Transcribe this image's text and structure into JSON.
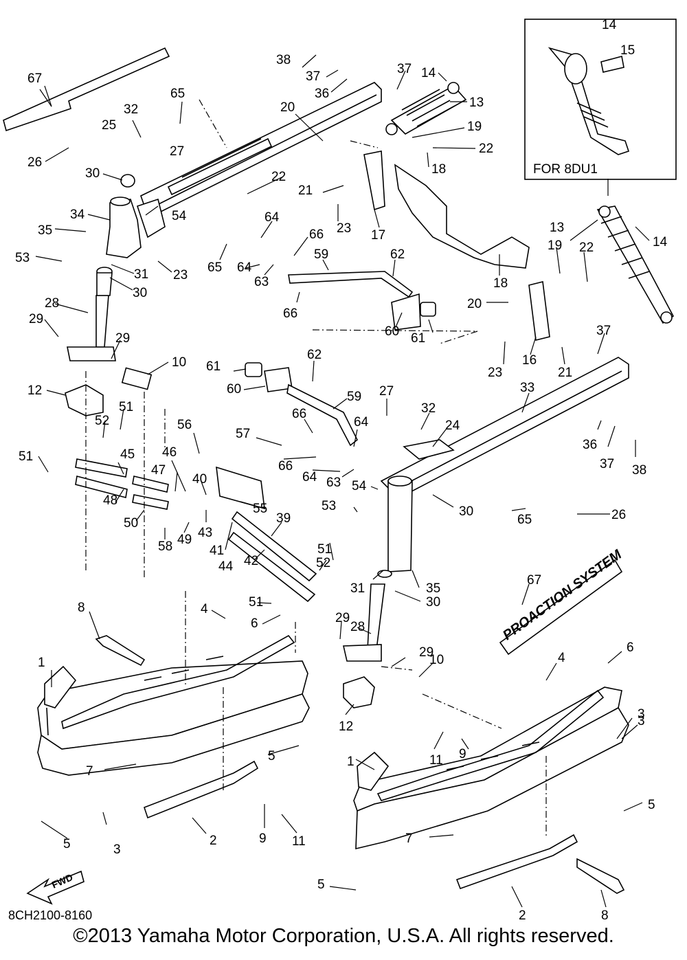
{
  "diagram": {
    "inset_label": "FOR 8DU1",
    "fwd_label": "FWD",
    "logo_text": "PROACTION SYSTEM",
    "drawing_code": "8CH2100-8160",
    "copyright": "©2013 Yamaha Motor Corporation, U.S.A. All rights reserved.",
    "callouts": [
      {
        "id": "c67a",
        "text": "67"
      },
      {
        "id": "c65a",
        "text": "65"
      },
      {
        "id": "c32a",
        "text": "32"
      },
      {
        "id": "c25",
        "text": "25"
      },
      {
        "id": "c26a",
        "text": "26"
      },
      {
        "id": "c27a",
        "text": "27"
      },
      {
        "id": "c30a",
        "text": "30"
      },
      {
        "id": "c34",
        "text": "34"
      },
      {
        "id": "c35a",
        "text": "35"
      },
      {
        "id": "c53a",
        "text": "53"
      },
      {
        "id": "c54a",
        "text": "54"
      },
      {
        "id": "c31a",
        "text": "31"
      },
      {
        "id": "c30b",
        "text": "30"
      },
      {
        "id": "c23a",
        "text": "23"
      },
      {
        "id": "c28a",
        "text": "28"
      },
      {
        "id": "c29a",
        "text": "29"
      },
      {
        "id": "c29b",
        "text": "29"
      },
      {
        "id": "c12a",
        "text": "12"
      },
      {
        "id": "c10a",
        "text": "10"
      },
      {
        "id": "c51a",
        "text": "51"
      },
      {
        "id": "c52a",
        "text": "52"
      },
      {
        "id": "c51b",
        "text": "51"
      },
      {
        "id": "c45",
        "text": "45"
      },
      {
        "id": "c56",
        "text": "56"
      },
      {
        "id": "c47",
        "text": "47"
      },
      {
        "id": "c46",
        "text": "46"
      },
      {
        "id": "c40",
        "text": "40"
      },
      {
        "id": "c48",
        "text": "48"
      },
      {
        "id": "c50",
        "text": "50"
      },
      {
        "id": "c58",
        "text": "58"
      },
      {
        "id": "c49",
        "text": "49"
      },
      {
        "id": "c43",
        "text": "43"
      },
      {
        "id": "c41",
        "text": "41"
      },
      {
        "id": "c44",
        "text": "44"
      },
      {
        "id": "c42",
        "text": "42"
      },
      {
        "id": "c55",
        "text": "55"
      },
      {
        "id": "c39",
        "text": "39"
      },
      {
        "id": "c38a",
        "text": "38"
      },
      {
        "id": "c37a",
        "text": "37"
      },
      {
        "id": "c36a",
        "text": "36"
      },
      {
        "id": "c37b",
        "text": "37"
      },
      {
        "id": "c14a",
        "text": "14"
      },
      {
        "id": "c13a",
        "text": "13"
      },
      {
        "id": "c20a",
        "text": "20"
      },
      {
        "id": "c19a",
        "text": "19"
      },
      {
        "id": "c22a",
        "text": "22"
      },
      {
        "id": "c22b",
        "text": "22"
      },
      {
        "id": "c21a",
        "text": "21"
      },
      {
        "id": "c18a",
        "text": "18"
      },
      {
        "id": "c23b",
        "text": "23"
      },
      {
        "id": "c17",
        "text": "17"
      },
      {
        "id": "c64a",
        "text": "64"
      },
      {
        "id": "c66a",
        "text": "66"
      },
      {
        "id": "c65b",
        "text": "65"
      },
      {
        "id": "c64b",
        "text": "64"
      },
      {
        "id": "c63a",
        "text": "63"
      },
      {
        "id": "c59a",
        "text": "59"
      },
      {
        "id": "c62a",
        "text": "62"
      },
      {
        "id": "c66b",
        "text": "66"
      },
      {
        "id": "c60a",
        "text": "60"
      },
      {
        "id": "c61a",
        "text": "61"
      },
      {
        "id": "c14b",
        "text": "14"
      },
      {
        "id": "c15",
        "text": "15"
      },
      {
        "id": "c13b",
        "text": "13"
      },
      {
        "id": "c14c",
        "text": "14"
      },
      {
        "id": "c19b",
        "text": "19"
      },
      {
        "id": "c22c",
        "text": "22"
      },
      {
        "id": "c18b",
        "text": "18"
      },
      {
        "id": "c20b",
        "text": "20"
      },
      {
        "id": "c37c",
        "text": "37"
      },
      {
        "id": "c23c",
        "text": "23"
      },
      {
        "id": "c16",
        "text": "16"
      },
      {
        "id": "c21b",
        "text": "21"
      },
      {
        "id": "c61b",
        "text": "61"
      },
      {
        "id": "c62b",
        "text": "62"
      },
      {
        "id": "c60b",
        "text": "60"
      },
      {
        "id": "c59b",
        "text": "59"
      },
      {
        "id": "c33",
        "text": "33"
      },
      {
        "id": "c27b",
        "text": "27"
      },
      {
        "id": "c32b",
        "text": "32"
      },
      {
        "id": "c24",
        "text": "24"
      },
      {
        "id": "c66c",
        "text": "66"
      },
      {
        "id": "c64c",
        "text": "64"
      },
      {
        "id": "c57",
        "text": "57"
      },
      {
        "id": "c66d",
        "text": "66"
      },
      {
        "id": "c64d",
        "text": "64"
      },
      {
        "id": "c63b",
        "text": "63"
      },
      {
        "id": "c54b",
        "text": "54"
      },
      {
        "id": "c36b",
        "text": "36"
      },
      {
        "id": "c37d",
        "text": "37"
      },
      {
        "id": "c38b",
        "text": "38"
      },
      {
        "id": "c53b",
        "text": "53"
      },
      {
        "id": "c30c",
        "text": "30"
      },
      {
        "id": "c26b",
        "text": "26"
      },
      {
        "id": "c65c",
        "text": "65"
      },
      {
        "id": "c52b",
        "text": "52"
      },
      {
        "id": "c51c",
        "text": "51"
      },
      {
        "id": "c31b",
        "text": "31"
      },
      {
        "id": "c35b",
        "text": "35"
      },
      {
        "id": "c30d",
        "text": "30"
      },
      {
        "id": "c67b",
        "text": "67"
      },
      {
        "id": "c51d",
        "text": "51"
      },
      {
        "id": "c6a",
        "text": "6"
      },
      {
        "id": "c8a",
        "text": "8"
      },
      {
        "id": "c4a",
        "text": "4"
      },
      {
        "id": "c1a",
        "text": "1"
      },
      {
        "id": "c29c",
        "text": "29"
      },
      {
        "id": "c28b",
        "text": "28"
      },
      {
        "id": "c29d",
        "text": "29"
      },
      {
        "id": "c10b",
        "text": "10"
      },
      {
        "id": "c12b",
        "text": "12"
      },
      {
        "id": "c4b",
        "text": "4"
      },
      {
        "id": "c6b",
        "text": "6"
      },
      {
        "id": "c3a",
        "text": "3"
      },
      {
        "id": "c7a",
        "text": "7"
      },
      {
        "id": "c5a",
        "text": "5"
      },
      {
        "id": "c5b",
        "text": "5"
      },
      {
        "id": "c3b",
        "text": "3"
      },
      {
        "id": "c2a",
        "text": "2"
      },
      {
        "id": "c9a",
        "text": "9"
      },
      {
        "id": "c11a",
        "text": "11"
      },
      {
        "id": "c11b",
        "text": "11"
      },
      {
        "id": "c9b",
        "text": "9"
      },
      {
        "id": "c1b",
        "text": "1"
      },
      {
        "id": "c3c",
        "text": "3"
      },
      {
        "id": "c5c",
        "text": "5"
      },
      {
        "id": "c7b",
        "text": "7"
      },
      {
        "id": "c5d",
        "text": "5"
      },
      {
        "id": "c2b",
        "text": "2"
      },
      {
        "id": "c8b",
        "text": "8"
      }
    ]
  }
}
